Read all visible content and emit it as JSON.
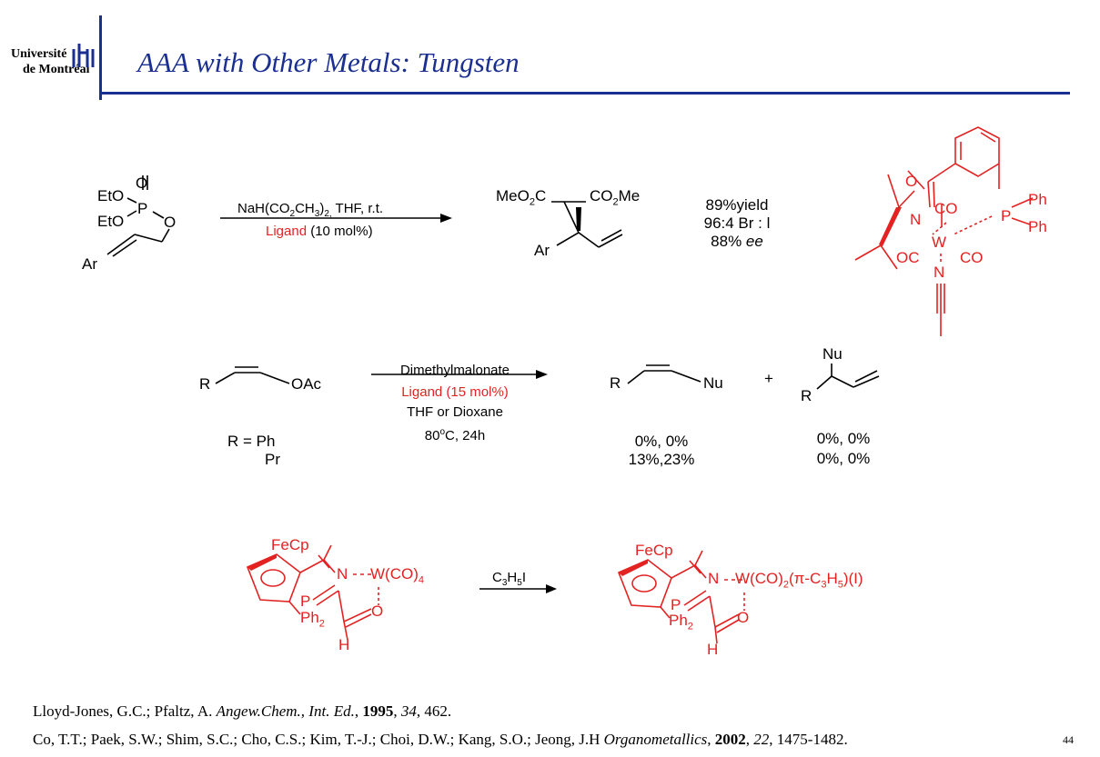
{
  "header": {
    "logo_line1": "Université",
    "logo_line2": "de Montréal",
    "title": "AAA with Other Metals: Tungsten"
  },
  "scheme1": {
    "substrate_labels": [
      "O",
      "EtO",
      "P",
      "EtO",
      "O",
      "Ar"
    ],
    "conditions_top": "NaH(CO2CH3)2, THF, r.t.",
    "conditions_ligand": "Ligand",
    "conditions_loading": "(10 mol%)",
    "product_left": "MeO2C",
    "product_right": "CO2Me",
    "product_ar": "Ar",
    "result_yield": "89%yield",
    "result_ratio": "96:4 Br : l",
    "result_ee_value": "88%",
    "result_ee_label": "ee",
    "ligand_labels": [
      "O",
      "N",
      "CO",
      "P",
      "Ph",
      "Ph",
      "W",
      "OC",
      "CO",
      "N"
    ]
  },
  "scheme2": {
    "substrate_r": "R",
    "substrate_oac": "OAc",
    "r_values_prefix": "R = Ph",
    "r_value_2": "Pr",
    "conditions_1": "Dimethylmalonate",
    "conditions_2": "Ligand (15 mol%)",
    "conditions_3": "THF or Dioxane",
    "conditions_4": "80oC, 24h",
    "linear_r": "R",
    "linear_nu": "Nu",
    "plus": "+",
    "branched_nu": "Nu",
    "branched_r": "R",
    "linear_yield_ph": "0%, 0%",
    "linear_yield_pr": "13%,23%",
    "branched_yield_ph": "0%, 0%",
    "branched_yield_pr": "0%, 0%"
  },
  "scheme3": {
    "left_fecp": "FeCp",
    "left_n": "N",
    "left_w": "W(CO)4",
    "left_p": "P",
    "left_ph2": "Ph2",
    "left_o": "O",
    "left_h": "H",
    "reagent": "C3H5I",
    "right_fecp": "FeCp",
    "right_n": "N",
    "right_w": "W(CO)2(π-C3H5)(I)",
    "right_p": "P",
    "right_ph2": "Ph2",
    "right_o": "O",
    "right_h": "H"
  },
  "references": {
    "ref1_authors": "Lloyd-Jones, G.C.; Pfaltz, A.",
    "ref1_journal": "Angew.Chem., Int. Ed.",
    "ref1_year": "1995",
    "ref1_volume": "34",
    "ref1_pages": "462.",
    "ref2_authors": "Co, T.T.; Paek, S.W.; Shim, S.C.; Cho, C.S.; Kim, T.-J.; Choi, D.W.; Kang, S.O.; Jeong, J.H",
    "ref2_journal": "Organometallics",
    "ref2_year": "2002",
    "ref2_volume": "22",
    "ref2_pages": "1475-1482."
  },
  "page_number": "44",
  "colors": {
    "brand_blue": "#1a2f8f",
    "highlight_red": "#e32222"
  }
}
